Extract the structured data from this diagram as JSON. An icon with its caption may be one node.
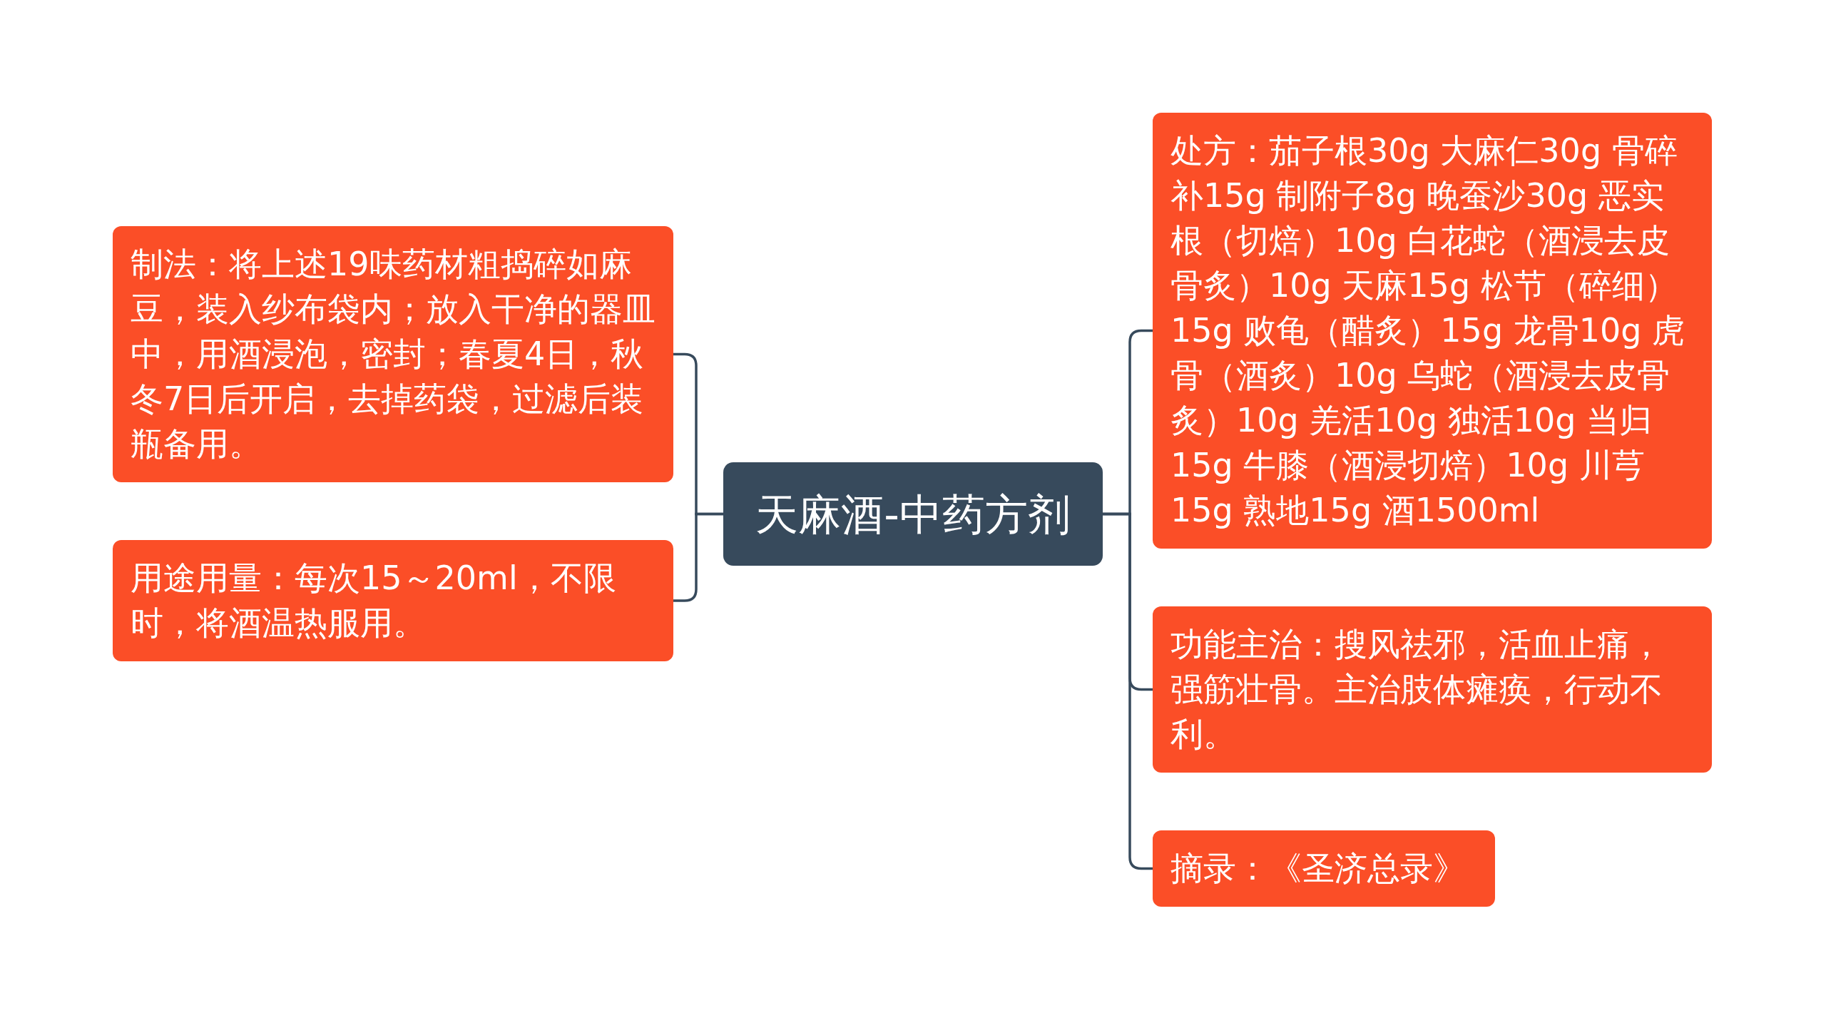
{
  "diagram": {
    "nodes": [
      {
        "text": [
          "天麻酒-中药方剂"
        ]
      },
      {
        "text": [
          "制法：将上述19味药材粗捣碎如麻豆，装入纱布袋内；放入干净的器皿中，用酒浸泡，密封；春夏4日，秋冬7日后开启，去掉药袋，过滤后装瓶备用。"
        ]
      },
      {
        "text": [
          "用途用量：每次15～20ml，不限时，将酒温热服用。"
        ]
      },
      {
        "text": [
          "处方：茄子根30g 大麻仁30g 骨碎补15g 制附子8g 晚蚕沙30g 恶实根（切焙）10g 白花蛇（酒浸去皮骨炙）10g 天麻15g 松节（碎细）15g 败龟（醋炙）15g 龙骨10g 虎骨（酒炙）10g 乌蛇（酒浸去皮骨炙）10g 羌活10g 独活10g 当归15g 牛膝（酒浸切焙）10g 川芎15g 熟地15g 酒1500ml"
        ]
      },
      {
        "text": [
          "功能主治：搜风祛邪，活血止痛，强筋壮骨。主治肢体瘫痪，行动不利。"
        ]
      },
      {
        "text": [
          "摘录：《圣济总录》"
        ]
      }
    ],
    "edges": [
      {
        "from": 0,
        "to": 1,
        "arrow": "none"
      },
      {
        "from": 0,
        "to": 2,
        "arrow": "none"
      },
      {
        "from": 0,
        "to": 3,
        "arrow": "none"
      },
      {
        "from": 0,
        "to": 4,
        "arrow": "none"
      },
      {
        "from": 0,
        "to": 5,
        "arrow": "none"
      }
    ]
  }
}
